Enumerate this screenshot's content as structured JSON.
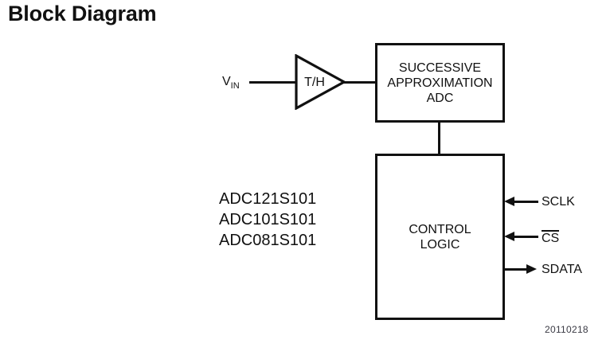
{
  "title": "Block Diagram",
  "colors": {
    "ink": "#111111",
    "bg": "#ffffff",
    "date": "#3a3a44"
  },
  "diagram": {
    "input": {
      "base": "V",
      "subscript": "IN"
    },
    "amplifier": {
      "label": "T/H"
    },
    "adc_block": {
      "lines": [
        "SUCCESSIVE",
        "APPROXIMATION",
        "ADC"
      ]
    },
    "control_block": {
      "lines": [
        "CONTROL",
        "LOGIC"
      ]
    },
    "part_numbers": [
      "ADC121S101",
      "ADC101S101",
      "ADC081S101"
    ],
    "signals": [
      {
        "name": "SCLK",
        "direction": "in",
        "overline": false
      },
      {
        "name": "CS",
        "direction": "in",
        "overline": true
      },
      {
        "name": "SDATA",
        "direction": "out",
        "overline": false
      }
    ],
    "date_code": "20110218"
  }
}
